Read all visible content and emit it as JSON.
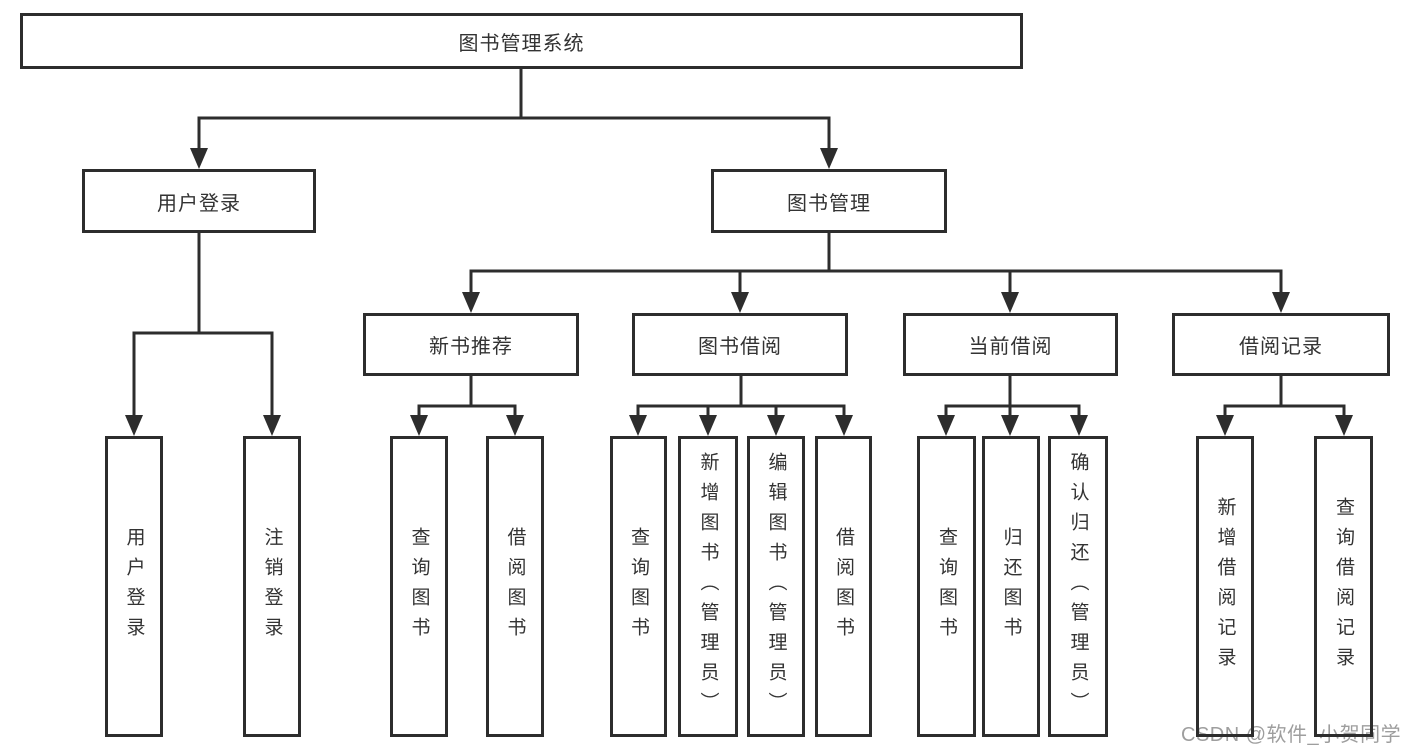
{
  "diagram": {
    "title": "图书管理系统",
    "level2": {
      "user_login": "用户登录",
      "book_mgmt": "图书管理"
    },
    "level3": {
      "new_books": "新书推荐",
      "borrowing": "图书借阅",
      "current": "当前借阅",
      "records": "借阅记录"
    },
    "leaves": {
      "user": [
        "用户登录",
        "注销登录"
      ],
      "new_books": [
        "查询图书",
        "借阅图书"
      ],
      "borrowing": [
        "查询图书",
        "新增图书（管理员）",
        "编辑图书（管理员）",
        "借阅图书"
      ],
      "current": [
        "查询图书",
        "归还图书",
        "确认归还（管理员）"
      ],
      "records": [
        "新增借阅记录",
        "查询借阅记录"
      ]
    },
    "watermark": "CSDN @软件_小贺同学",
    "colors": {
      "line": "#2d2d2d",
      "text": "#333333",
      "watermark": "#9e9e9e"
    }
  }
}
